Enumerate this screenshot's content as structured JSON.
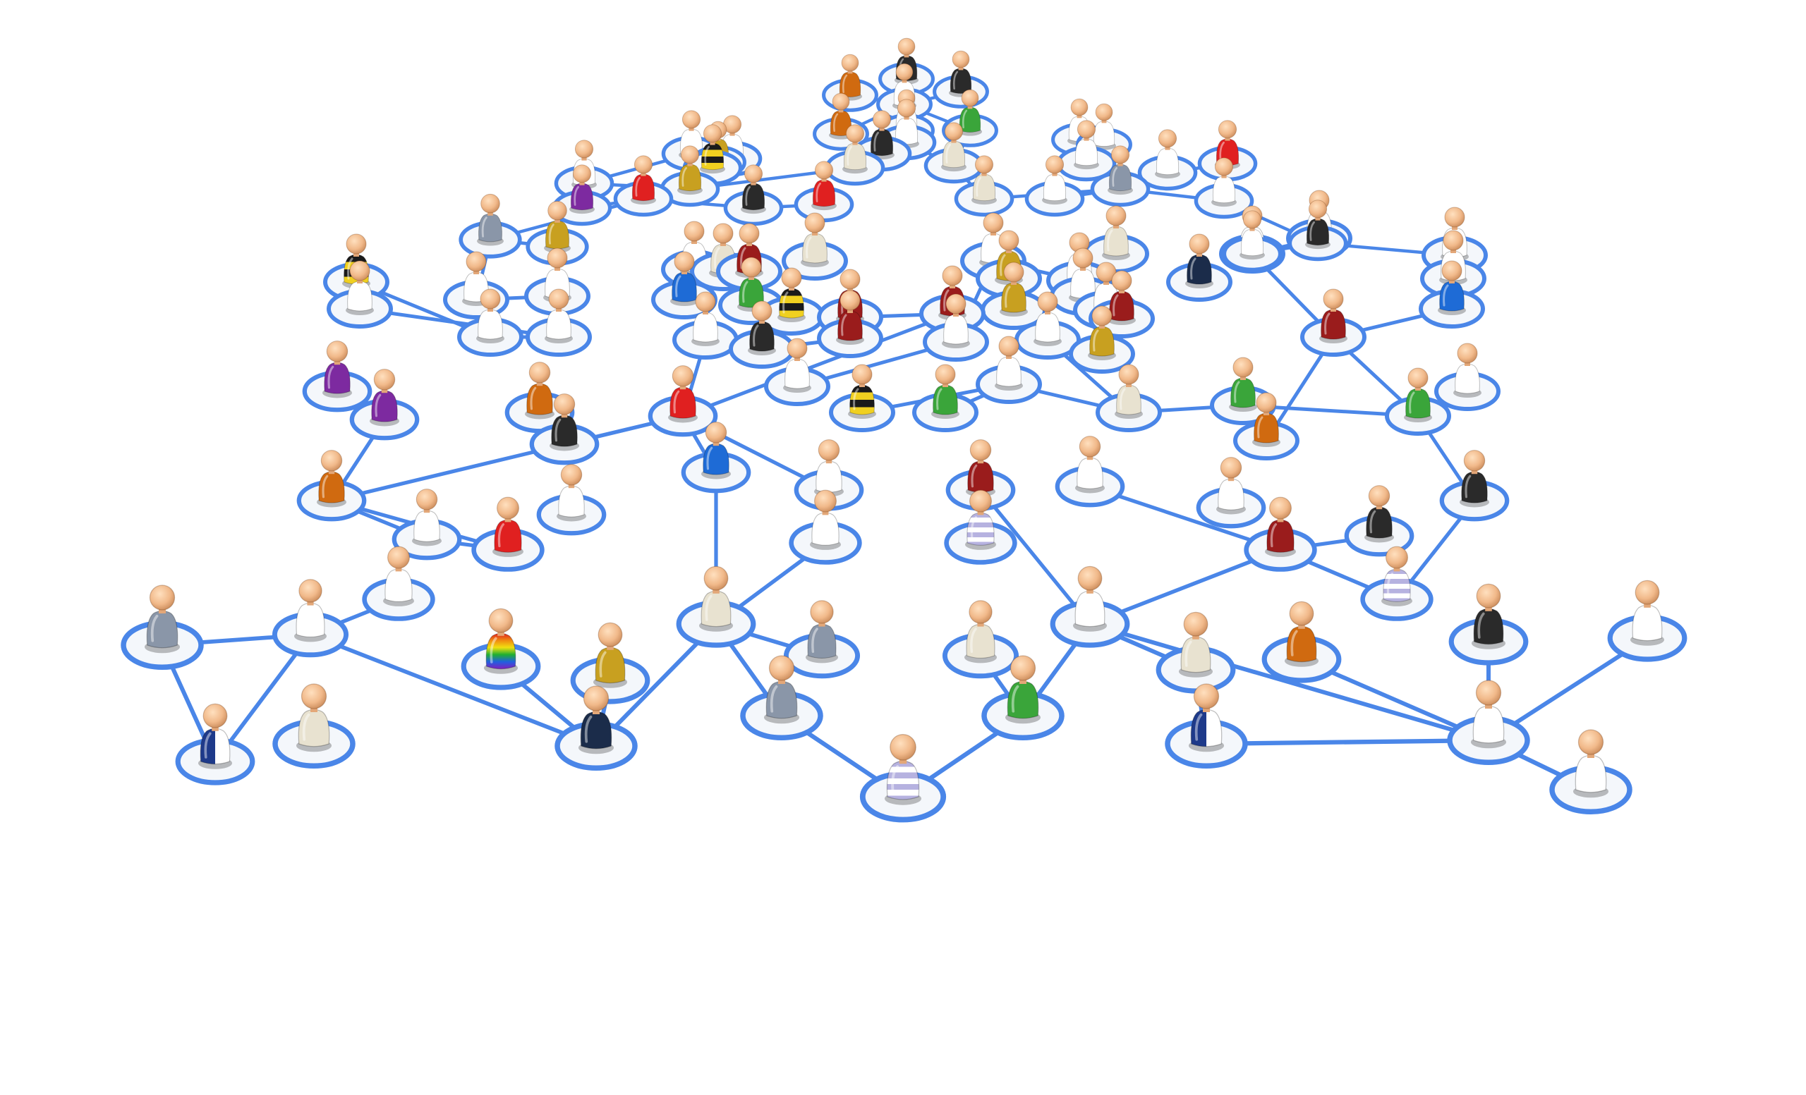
{
  "diagram": {
    "kind": "tree-network",
    "link_color": "#4a86e8",
    "ring_color": "#4a86e8",
    "disc_color": "#f4f7fb",
    "skin_color": "#f1b98a",
    "background": "#ffffff",
    "figure_body_colors": [
      "#1b2c4a",
      "#e8e2d0",
      "#ffffff",
      "#d8d4c8",
      "#8a96a8",
      "#9a1c1c",
      "#1e6bd6",
      "#2a2a2a",
      "#c8a020",
      "#7d2aa0",
      "#d06a10",
      "#3aa53a",
      "#c8ccd4",
      "#b6b2e0",
      "#2a3040",
      "#e02020"
    ],
    "figure_pattern_names": [
      "plain",
      "rainbow",
      "stripes",
      "split",
      "bee"
    ],
    "icon_names": [
      "person-figure-icon",
      "link-node-ring-icon"
    ]
  }
}
